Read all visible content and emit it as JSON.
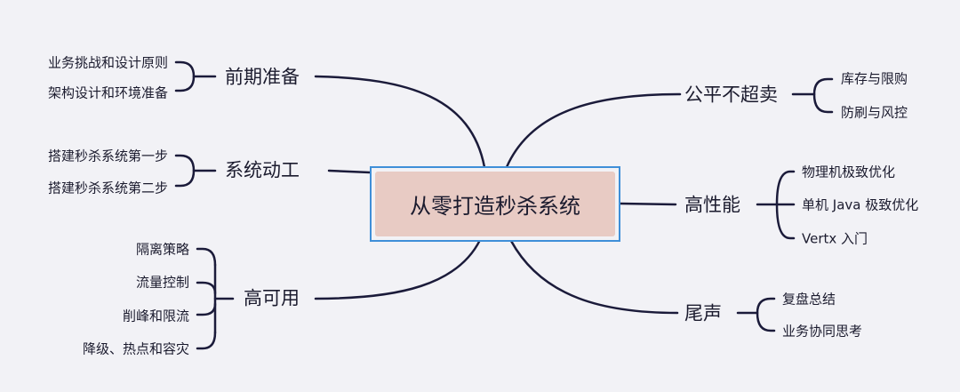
{
  "center": "从零打造秒杀系统",
  "branches": {
    "b1": {
      "label": "前期准备",
      "children": [
        "业务挑战和设计原则",
        "架构设计和环境准备"
      ]
    },
    "b2": {
      "label": "系统动工",
      "children": [
        "搭建秒杀系统第一步",
        "搭建秒杀系统第二步"
      ]
    },
    "b3": {
      "label": "高可用",
      "children": [
        "隔离策略",
        "流量控制",
        "削峰和限流",
        "降级、热点和容灾"
      ]
    },
    "b4": {
      "label": "公平不超卖",
      "children": [
        "库存与限购",
        "防刷与风控"
      ]
    },
    "b5": {
      "label": "高性能",
      "children": [
        "物理机极致优化",
        "单机 Java 极致优化",
        "Vertx 入门"
      ]
    },
    "b6": {
      "label": "尾声",
      "children": [
        "复盘总结",
        "业务协同思考"
      ]
    }
  },
  "colors": {
    "line": "#1b1b3a",
    "center_fill": "#e8cbc4",
    "center_border": "#3f8fd8",
    "background": "#f2f2f6"
  }
}
